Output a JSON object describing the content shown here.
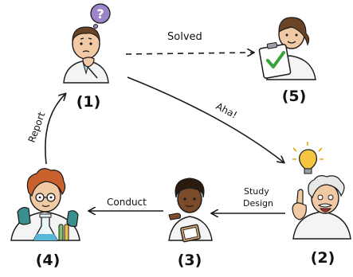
{
  "nodes": [
    {
      "id": "n1",
      "label": "(1)",
      "role": "researcher wondering",
      "badge": "?"
    },
    {
      "id": "n2",
      "label": "(2)",
      "role": "scientist with idea"
    },
    {
      "id": "n3",
      "label": "(3)",
      "role": "scientist with clipboard"
    },
    {
      "id": "n4",
      "label": "(4)",
      "role": "scientist with flasks"
    },
    {
      "id": "n5",
      "label": "(5)",
      "role": "scientist with checklist"
    }
  ],
  "edges": [
    {
      "from": "n1",
      "to": "n5",
      "label": "Solved",
      "style": "dashed"
    },
    {
      "from": "n1",
      "to": "n2",
      "label": "Aha!",
      "style": "solid"
    },
    {
      "from": "n2",
      "to": "n3",
      "label_line1": "Study",
      "label_line2": "Design",
      "style": "solid"
    },
    {
      "from": "n3",
      "to": "n4",
      "label": "Conduct",
      "style": "solid"
    },
    {
      "from": "n4",
      "to": "n1",
      "label": "Report",
      "style": "solid"
    }
  ],
  "colors": {
    "stroke": "#1a1a1a",
    "coat": "#f4f4f4",
    "skin_light": "#f2c9a5",
    "skin_dark": "#7a4a2a",
    "hair_brown": "#6b4426",
    "hair_orange": "#c8612b",
    "hair_white": "#e8e8e8",
    "question_bubble": "#9c86c9",
    "bulb": "#f5c542",
    "check": "#3aa23a",
    "glove": "#3c8f8f"
  }
}
